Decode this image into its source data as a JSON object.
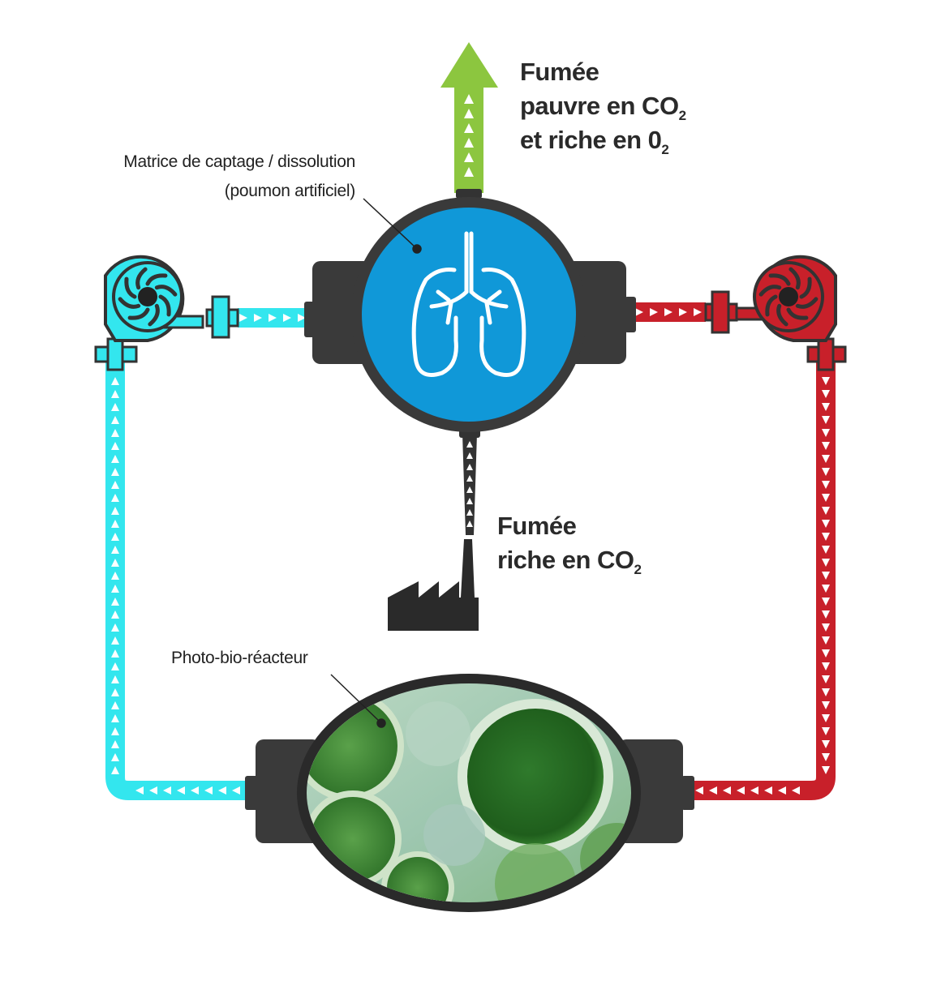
{
  "labels": {
    "matrix_line1": "Matrice de captage / dissolution",
    "matrix_line2": "(poumon artificiel)",
    "reactor": "Photo-bio-réacteur",
    "out_line1": "Fumée",
    "out_line2_text": "pauvre en CO",
    "out_line2_sub": "2",
    "out_line3_text": "et riche en 0",
    "out_line3_sub": "2",
    "in_line1": "Fumée",
    "in_line2_text": "riche en CO",
    "in_line2_sub": "2"
  },
  "colors": {
    "cyan_pipe": "#33e6ee",
    "red_pipe": "#c8202a",
    "green_arrow": "#8cc63f",
    "lung_blue": "#1098d8",
    "machine_dark": "#3a3a3a",
    "algae_green": "#2f7a2c"
  },
  "icons": [
    "lungs-icon",
    "factory-icon",
    "pump-icon",
    "up-arrow-icon"
  ]
}
